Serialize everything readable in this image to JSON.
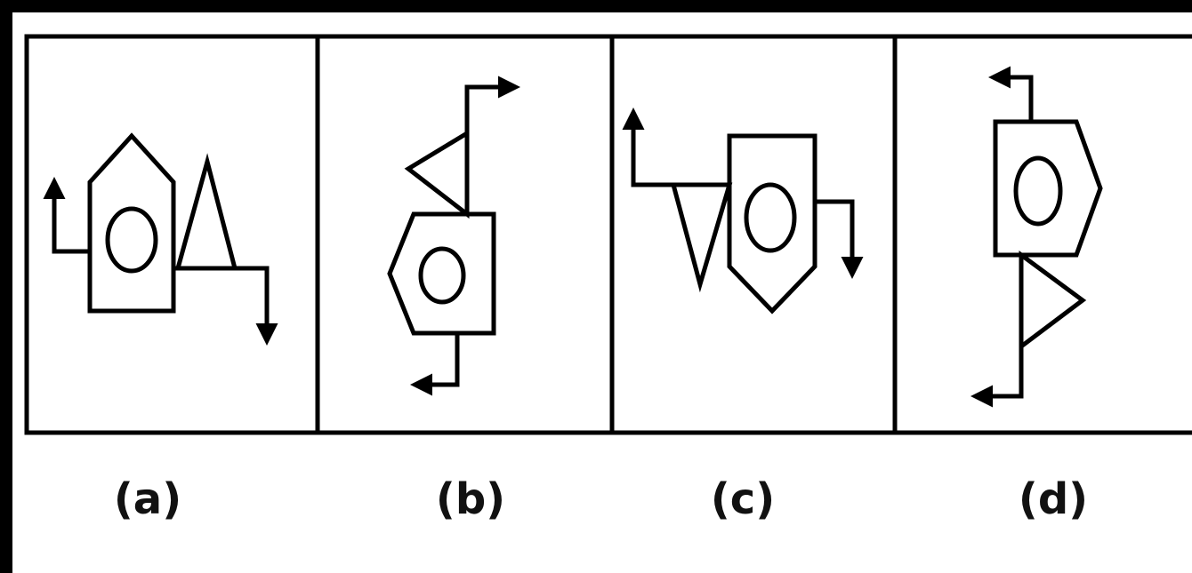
{
  "options": [
    {
      "id": "a",
      "label": "(a)"
    },
    {
      "id": "b",
      "label": "(b)"
    },
    {
      "id": "c",
      "label": "(c)"
    },
    {
      "id": "d",
      "label": "(d)"
    }
  ],
  "colors": {
    "background": "#000000",
    "page": "#ffffff",
    "stroke": "#000000"
  }
}
